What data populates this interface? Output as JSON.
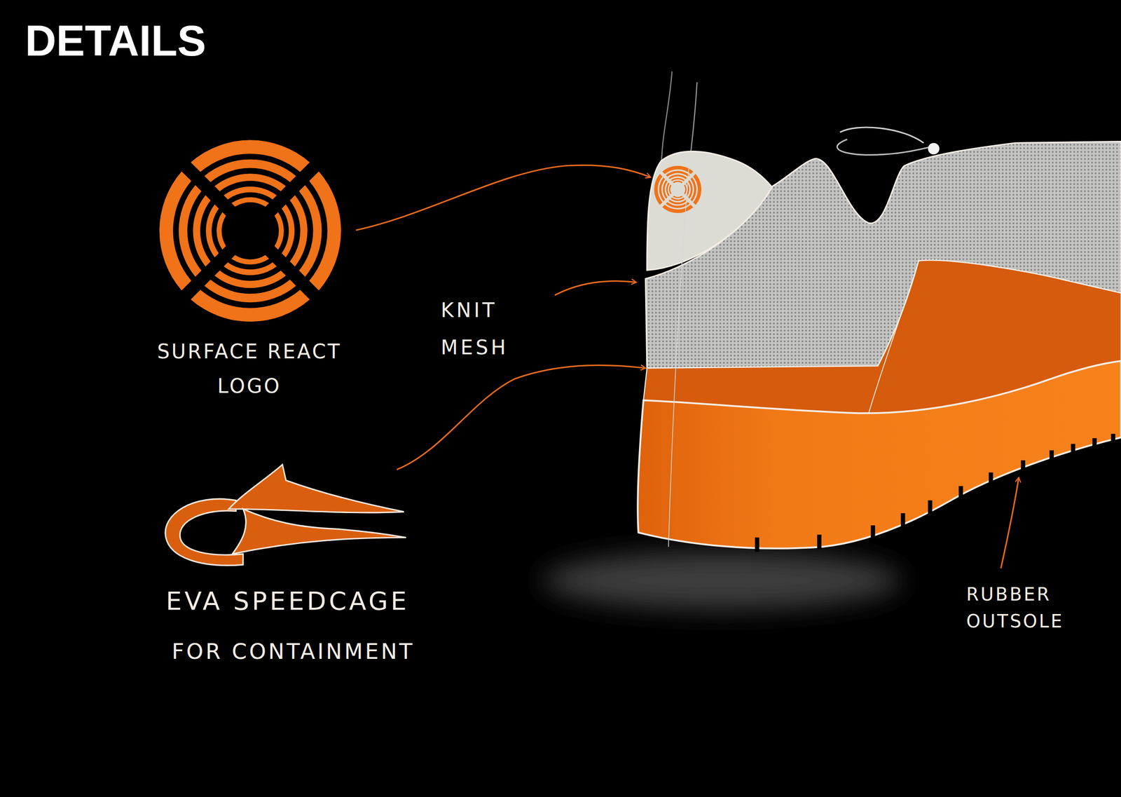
{
  "diagram": {
    "title": "DETAILS",
    "labels": [
      "SURFACE REACT LOGO",
      "KNIT MESH",
      "EVA SPEEDCAGE",
      "FOR CONTAINMENT",
      "RUBBER OUTSOLE"
    ]
  }
}
